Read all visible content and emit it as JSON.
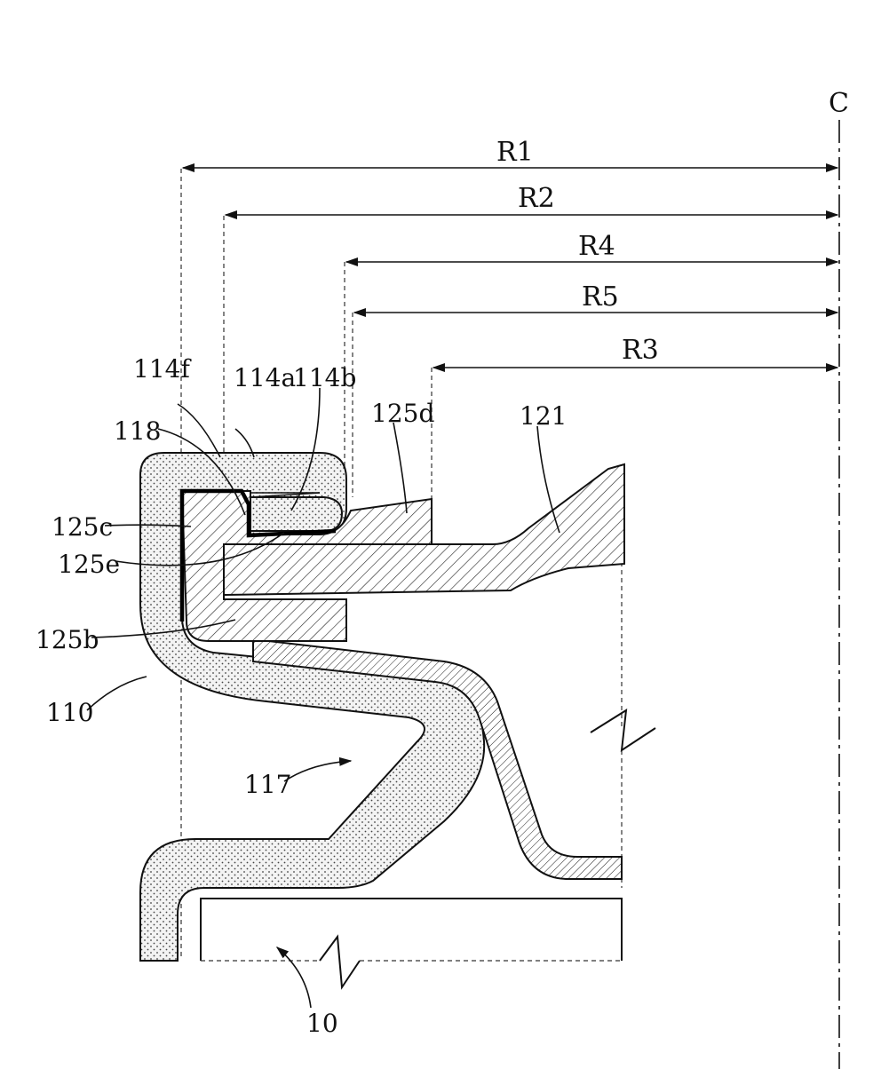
{
  "labels": {
    "c": "C",
    "r1": "R1",
    "r2": "R2",
    "r4": "R4",
    "r5": "R5",
    "r3": "R3",
    "l114f": "114f",
    "l114a": "114a",
    "l114b": "114b",
    "l118": "118",
    "l125d": "125d",
    "l121": "121",
    "l125c": "125c",
    "l125e": "125e",
    "l125b": "125b",
    "l110": "110",
    "l117": "117",
    "l10": "10"
  },
  "colors": {
    "ink": "#111111",
    "dot_fill": "#f1f1f1",
    "hatch_fill": "#ffffff"
  }
}
